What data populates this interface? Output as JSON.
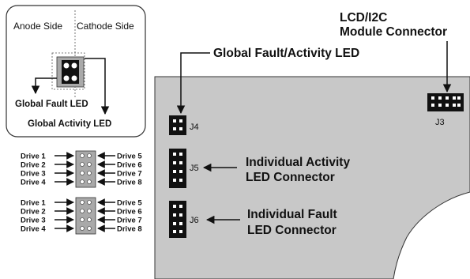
{
  "inset": {
    "anode_side": "Anode Side",
    "cathode_side": "Cathode Side",
    "global_fault_led": "Global Fault LED",
    "global_activity_led": "Global Activity LED"
  },
  "callouts": {
    "lcd_line1": "LCD/I2C",
    "lcd_line2": "Module Connector",
    "global_fault_activity": "Global Fault/Activity LED",
    "activity_line1": "Individual Activity",
    "activity_line2": "LED Connector",
    "fault_line1": "Individual Fault",
    "fault_line2": "LED Connector"
  },
  "connectors": {
    "j3": "J3",
    "j4": "J4",
    "j5": "J5",
    "j6": "J6"
  },
  "pinouts": [
    {
      "left": [
        "Drive 1",
        "Drive 2",
        "Drive 3",
        "Drive 4"
      ],
      "right": [
        "Drive 5",
        "Drive 6",
        "Drive 7",
        "Drive 8"
      ]
    },
    {
      "left": [
        "Drive 1",
        "Drive 2",
        "Drive 3",
        "Drive 4"
      ],
      "right": [
        "Drive 5",
        "Drive 6",
        "Drive 7",
        "Drive 8"
      ]
    }
  ],
  "colors": {
    "board": "#c8c8c8",
    "connector": "#111111",
    "header_pad": "#a9a9a9"
  }
}
